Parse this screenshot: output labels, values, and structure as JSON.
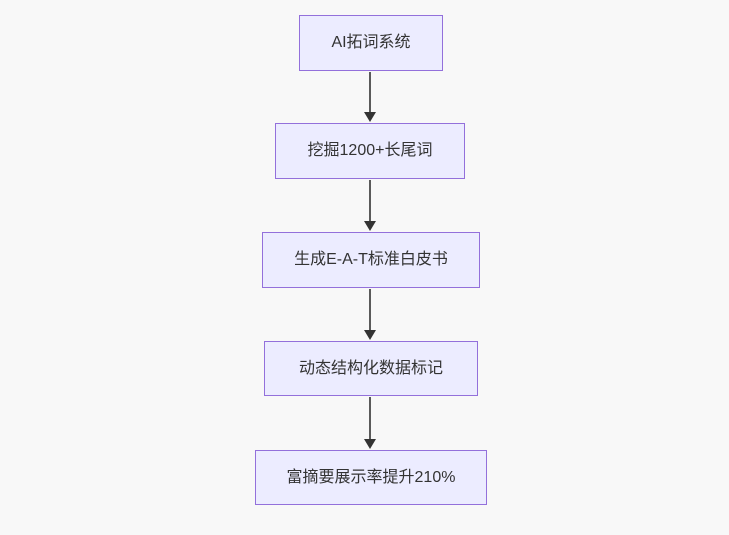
{
  "flowchart": {
    "type": "vertical-flow",
    "style": {
      "background": "#f8f8f8",
      "node_fill": "#ECECFF",
      "node_border": "#9370DB",
      "text_color": "#333333",
      "arrow_color": "#333333"
    },
    "nodes": [
      {
        "id": "n1",
        "label": "AI拓词系统"
      },
      {
        "id": "n2",
        "label": "挖掘1200+长尾词"
      },
      {
        "id": "n3",
        "label": "生成E-A-T标准白皮书"
      },
      {
        "id": "n4",
        "label": "动态结构化数据标记"
      },
      {
        "id": "n5",
        "label": "富摘要展示率提升210%"
      }
    ],
    "edges": [
      {
        "from": "n1",
        "to": "n2"
      },
      {
        "from": "n2",
        "to": "n3"
      },
      {
        "from": "n3",
        "to": "n4"
      },
      {
        "from": "n4",
        "to": "n5"
      }
    ]
  }
}
